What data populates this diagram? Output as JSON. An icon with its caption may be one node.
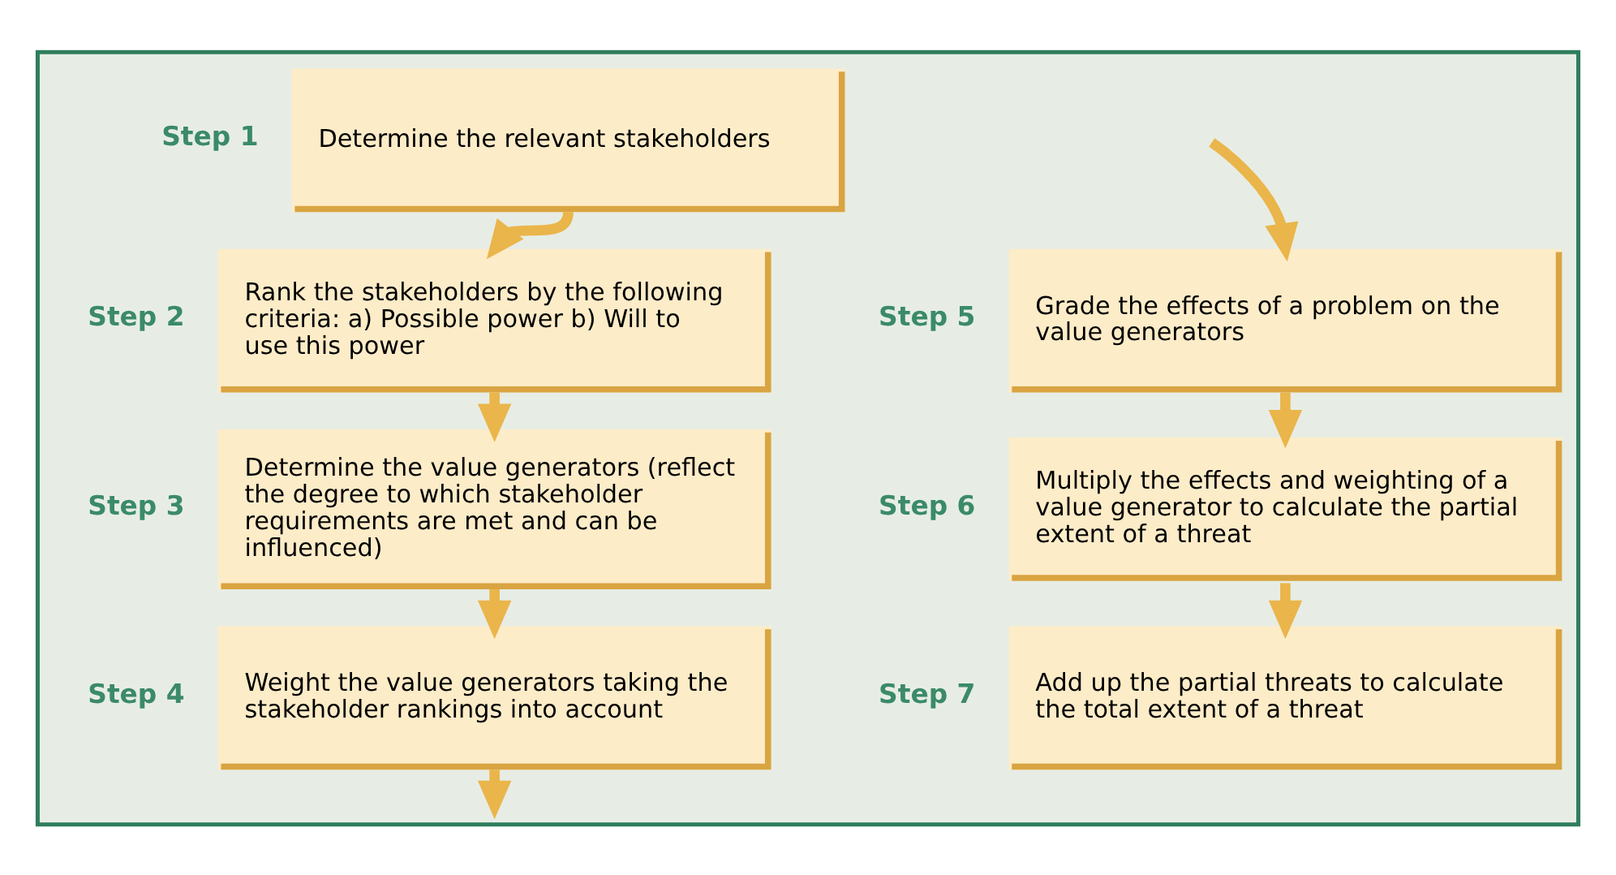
{
  "diagram": {
    "nodes": [
      {
        "text": [],
        "shape": "box"
      },
      {
        "text": [
          "Determine the relevant stakeholders"
        ],
        "beside": [
          "Step 1"
        ],
        "in": 0
      },
      {
        "text": [
          "Rank the stakeholders by the following criteria: a) Possible power b) Will to use this power"
        ],
        "beside": [
          "Step 2"
        ],
        "in": 0
      },
      {
        "text": [
          "Determine the value generators (reflect the degree to which stakeholder requirements are met and can be influenced)"
        ],
        "beside": [
          "Step 3"
        ],
        "in": 0
      },
      {
        "text": [
          "Weight the value generators taking the stakeholder rankings into account"
        ],
        "beside": [
          "Step 4"
        ],
        "in": 0
      },
      {
        "text": [
          "Grade the effects of a problem on the value generators"
        ],
        "beside": [
          "Step 5"
        ],
        "in": 0
      },
      {
        "text": [
          "Multiply the effects and weighting of a value generator to calculate the partial extent of a threat"
        ],
        "beside": [
          "Step 6"
        ],
        "in": 0
      },
      {
        "text": [
          "Add up the partial threats to calculate the total extent of a threat"
        ],
        "beside": [
          "Step 7"
        ],
        "in": 0
      }
    ],
    "edges": [
      {
        "from": 1,
        "to": 2,
        "arrow": "to"
      },
      {
        "from": 2,
        "to": 3,
        "arrow": "to"
      },
      {
        "from": 3,
        "to": 4,
        "arrow": "to"
      },
      {
        "from": 4,
        "to": null,
        "arrow": "to"
      },
      {
        "from": null,
        "to": 5,
        "arrow": "to"
      },
      {
        "from": 5,
        "to": 6,
        "arrow": "to"
      },
      {
        "from": 6,
        "to": 7,
        "arrow": "to"
      }
    ]
  }
}
